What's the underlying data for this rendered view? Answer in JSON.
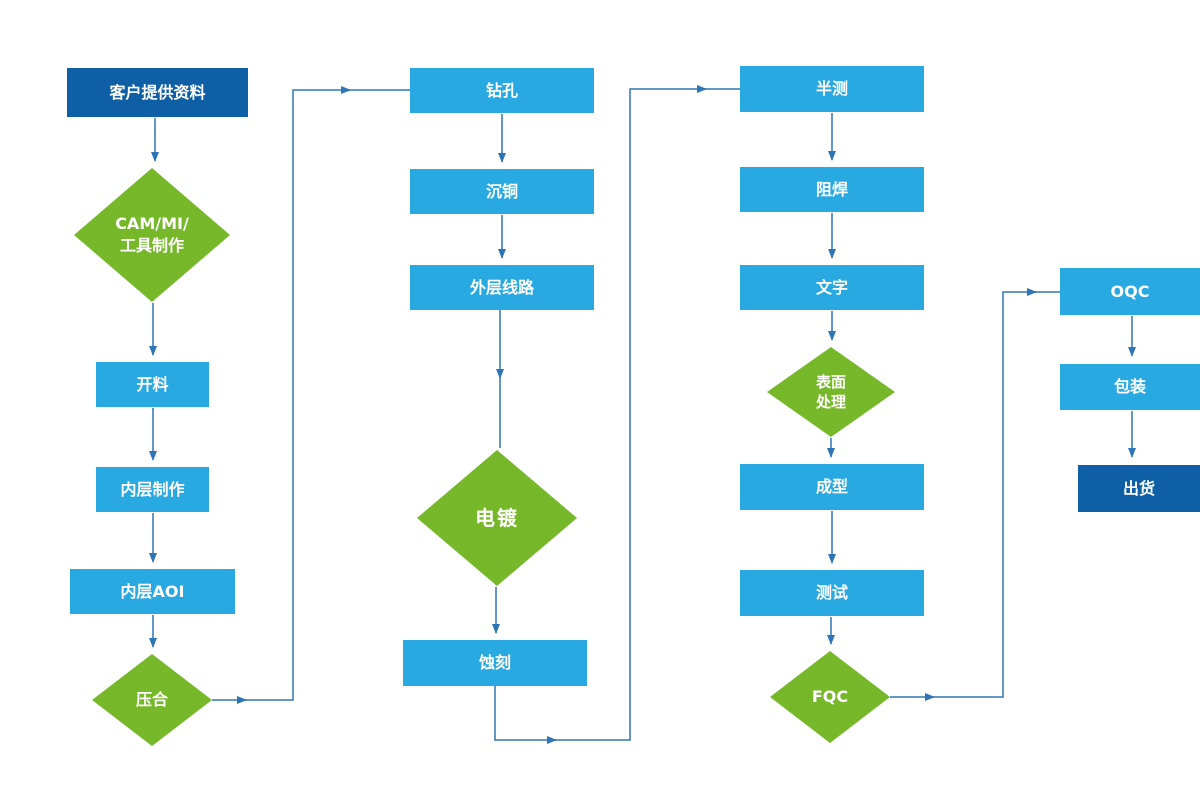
{
  "colors": {
    "dark_blue": "#0E5FA6",
    "light_blue": "#29A9E1",
    "green": "#76B82A",
    "line_blue": "#2E75B6",
    "text_white": "#FFFFFF"
  },
  "nodes": [
    {
      "label": "客户提供资料"
    },
    {
      "label": "CAM/MI/\n工具制作"
    },
    {
      "label": "开料"
    },
    {
      "label": "内层制作"
    },
    {
      "label": "内层AOI"
    },
    {
      "label": "压合"
    },
    {
      "label": "钻孔"
    },
    {
      "label": "沉铜"
    },
    {
      "label": "外层线路"
    },
    {
      "label": "电镀"
    },
    {
      "label": "蚀刻"
    },
    {
      "label": "半测"
    },
    {
      "label": "阻焊"
    },
    {
      "label": "文字"
    },
    {
      "label": "表面\n处理"
    },
    {
      "label": "成型"
    },
    {
      "label": "测试"
    },
    {
      "label": "FQC"
    },
    {
      "label": "OQC"
    },
    {
      "label": "包装"
    },
    {
      "label": "出货"
    }
  ]
}
